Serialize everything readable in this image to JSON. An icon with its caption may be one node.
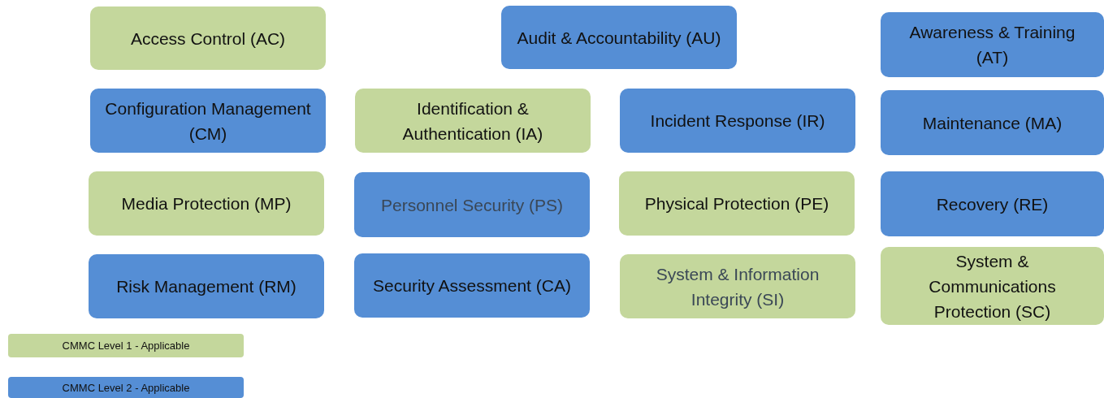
{
  "diagram": {
    "nodes": [
      {
        "text": [
          "Access Control (AC)"
        ]
      },
      {
        "text": [
          "Audit & Accountability (AU)"
        ]
      },
      {
        "text": [
          "Awareness & Training (AT)"
        ]
      },
      {
        "text": [
          "Configuration Management (CM)"
        ]
      },
      {
        "text": [
          "Identification & Authentication (IA)"
        ]
      },
      {
        "text": [
          "Incident Response (IR)"
        ]
      },
      {
        "text": [
          "Maintenance (MA)"
        ]
      },
      {
        "text": [
          "Media Protection (MP)"
        ]
      },
      {
        "text": [
          "Personnel Security (PS)"
        ]
      },
      {
        "text": [
          "Physical Protection (PE)"
        ]
      },
      {
        "text": [
          "Recovery (RE)"
        ]
      },
      {
        "text": [
          "Risk Management (RM)"
        ]
      },
      {
        "text": [
          "Security Assessment (CA)"
        ]
      },
      {
        "text": [
          "System & Information Integrity (SI)"
        ]
      },
      {
        "text": [
          "System & Communications Protection (SC)"
        ]
      }
    ],
    "legend": [
      {
        "text": "CMMC Level 1 - Applicable",
        "color": "#c4d79c"
      },
      {
        "text": "CMMC Level 2 - Applicable",
        "color": "#558ed5"
      }
    ]
  }
}
